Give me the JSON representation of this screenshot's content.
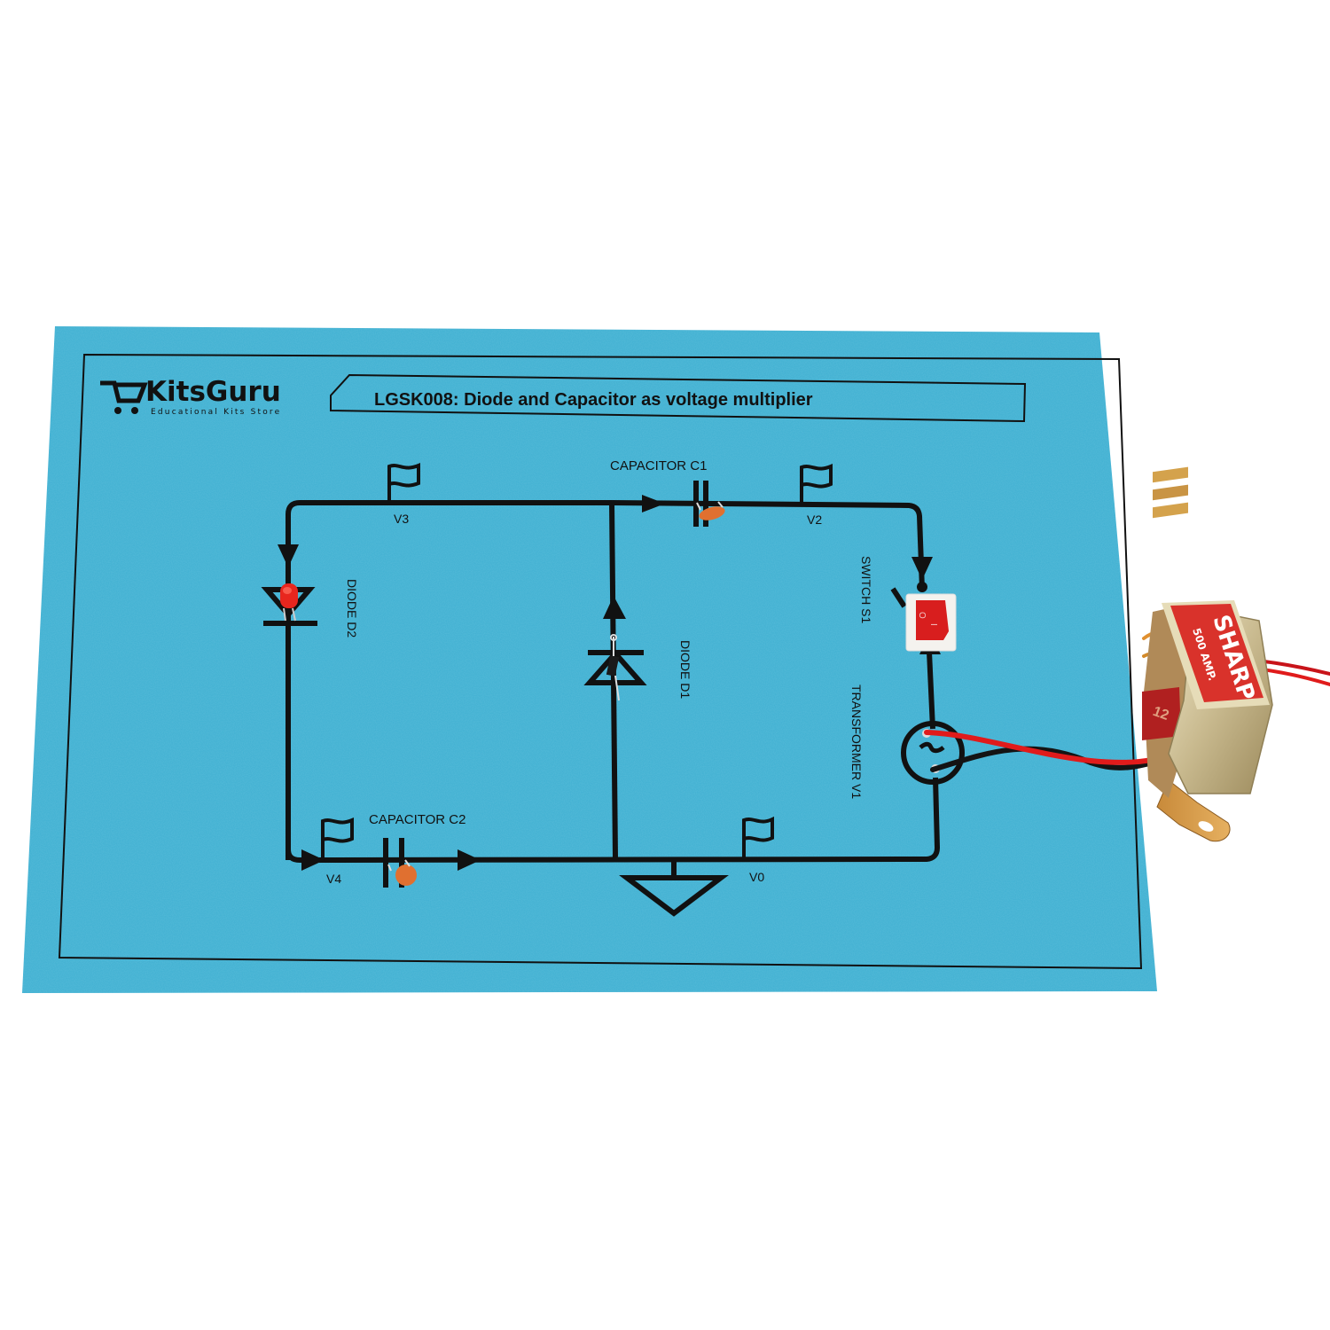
{
  "board": {
    "background_color": "#3eb0d2",
    "brand": {
      "name": "KitsGuru",
      "tagline": "Educational Kits Store"
    },
    "title": "LGSK008: Diode and Capacitor as voltage multiplier"
  },
  "circuit": {
    "components": {
      "capacitor_c1": "CAPACITOR C1",
      "capacitor_c2": "CAPACITOR C2",
      "diode_d1": "DIODE D1",
      "diode_d2": "DIODE D2",
      "switch_s1": "SWITCH S1",
      "transformer_v1": "TRANSFORMER V1"
    },
    "nodes": {
      "v0": "V0",
      "v2": "V2",
      "v3": "V3",
      "v4": "V4"
    },
    "switch_marks": {
      "off": "O",
      "on": "I"
    }
  },
  "transformer": {
    "brand": "SHARP",
    "rating": "500 AMP.",
    "label_number": "12"
  },
  "colors": {
    "board": "#3eb0d2",
    "trace": "#111111",
    "led": "#e8261e",
    "capacitor": "#e07030",
    "switch": "#d81e1e",
    "transformer_label": "#d9322b",
    "wire_red": "#e01b1b",
    "wire_black": "#141414"
  }
}
